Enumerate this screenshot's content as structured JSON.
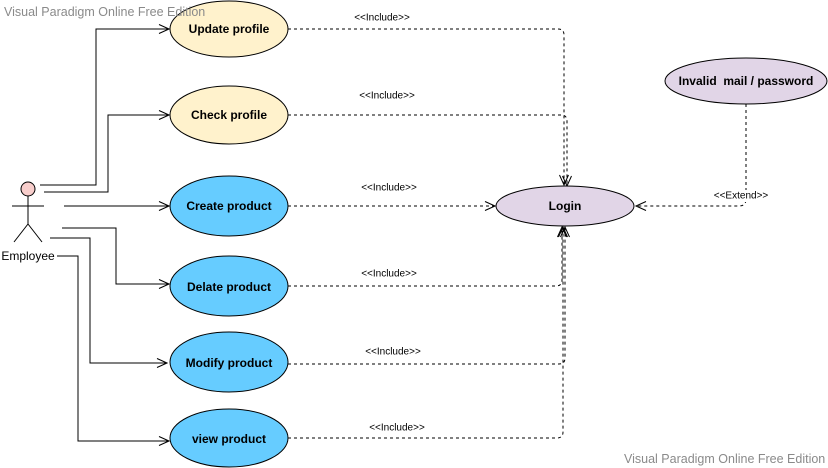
{
  "watermark": {
    "top": "Visual Paradigm Online Free Edition",
    "bottom": "Visual Paradigm Online Free Edition"
  },
  "actor": {
    "name": "Employee"
  },
  "use_cases": {
    "update_profile": "Update profile",
    "check_profile": "Check profile",
    "create_product": "Create product",
    "delate_product": "Delate product",
    "modify_product": "Modify product",
    "view_product": "view product",
    "login": "Login",
    "invalid_mail_password": "Invalid  mail / password"
  },
  "relationships": {
    "update_profile_to_login": "<<Include>>",
    "check_profile_to_login": "<<Include>>",
    "create_product_to_login": "<<Include>>",
    "delate_product_to_login": "<<Include>>",
    "modify_product_to_login": "<<Include>>",
    "view_product_to_login": "<<Include>>",
    "invalid_mail_password_to_login": "<<Extend>>"
  },
  "colors": {
    "profile_use_case_fill": "#fff2cc",
    "product_use_case_fill": "#66ccff",
    "login_use_case_fill": "#e1d5e7",
    "actor_head_fill": "#f8cecc",
    "watermark_text": "#8a8a8a"
  }
}
